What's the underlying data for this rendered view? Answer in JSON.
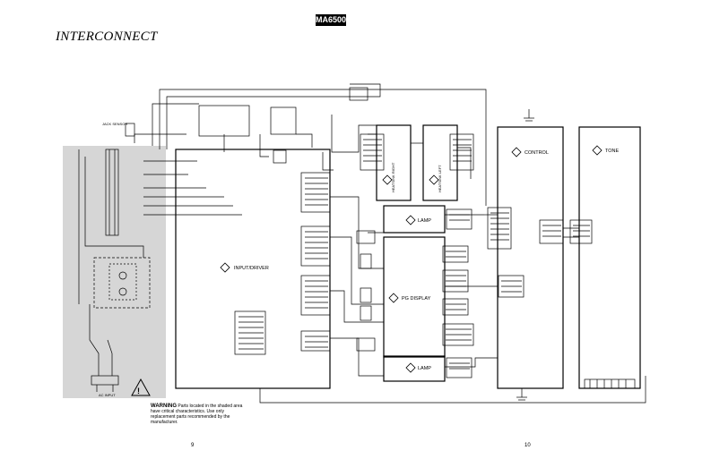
{
  "header": {
    "model": "MA6500",
    "title": "INTERCONNECT"
  },
  "blocks": {
    "input_driver": "INPUT/DRIVER",
    "control": "CONTROL",
    "tone": "TONE",
    "pg_display": "PG DISPLAY",
    "lamp_top": "LAMP",
    "lamp_bottom": "LAMP",
    "heatsink_right": "HEATSINK RIGHT",
    "heatsink_left": "HEATSINK LEFT"
  },
  "labels": {
    "ac_input": "AC INPUT",
    "jack_sensor": "JACK SENSOR"
  },
  "warning": {
    "bold": "WARNING",
    "text": "Parts located in the shaded area have critical characteristics. Use only replacement parts recommended by the manufacturer."
  },
  "pages": {
    "left": "9",
    "right": "10"
  }
}
